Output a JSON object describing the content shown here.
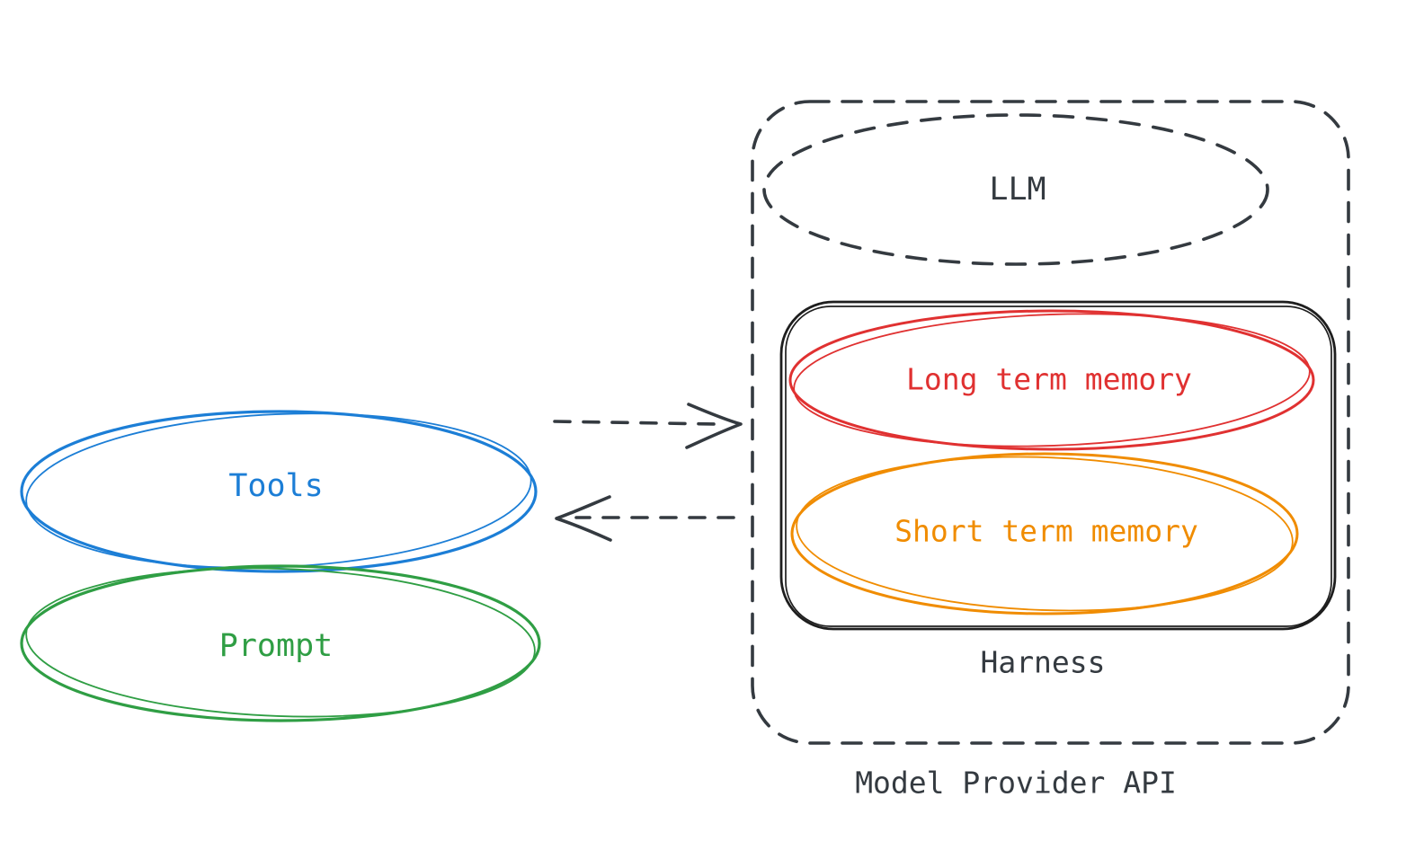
{
  "colors": {
    "canvas_bg": "#ffffff",
    "ink": "#343a40",
    "box_ink": "#1e1e1e",
    "blue": "#1c7ed6",
    "green": "#2f9e44",
    "red": "#e03131",
    "orange": "#f08c00"
  },
  "nodes": {
    "tools": {
      "label": "Tools",
      "color": "#1c7ed6"
    },
    "prompt": {
      "label": "Prompt",
      "color": "#2f9e44"
    },
    "llm": {
      "label": "LLM"
    },
    "long_term_memory": {
      "label": "Long term memory",
      "color": "#e03131"
    },
    "short_term_memory": {
      "label": "Short term memory",
      "color": "#f08c00"
    },
    "harness": {
      "label": "Harness"
    },
    "model_provider_api": {
      "label": "Model Provider API"
    }
  },
  "edges": {
    "to_provider": {
      "style": "dashed",
      "direction": "left-to-right"
    },
    "to_tools": {
      "style": "dashed",
      "direction": "right-to-left"
    }
  }
}
